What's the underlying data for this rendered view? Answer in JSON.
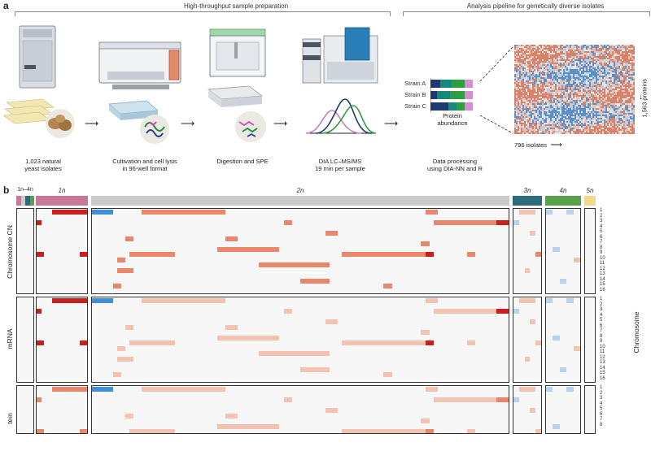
{
  "panel_a": {
    "label": "a",
    "section1_title": "High-throughput sample preparation",
    "section2_title": "Analysis pipeline for genetically diverse isolates",
    "steps": [
      "1,023 natural\nyeast isolates",
      "Cultivation and cell lysis\nin 96-well format",
      "Digestion and SPE",
      "DIA LC–MS/MS\n19 min per sample",
      "Data processing\nusing DIA-NN and R"
    ],
    "strains": [
      "Strain A",
      "Strain B",
      "Strain C"
    ],
    "protein_label": "Protein\nabundance",
    "proteins_label": "1,563 proteins",
    "isolates_label": "796 isolates",
    "colors": {
      "navy": "#1f3a6e",
      "green": "#2e9e3f",
      "pink": "#d58fd0",
      "teal": "#17897a"
    }
  },
  "panel_b": {
    "label": "b",
    "groups": [
      {
        "label": "1n–4n",
        "color": "#7a7a7a"
      },
      {
        "label": "1n",
        "color": "#c9789a"
      },
      {
        "label": "2n",
        "color": "#c9c9c9"
      },
      {
        "label": "3n",
        "color": "#2b6b7a"
      },
      {
        "label": "4n",
        "color": "#5aa04a"
      },
      {
        "label": "5n",
        "color": "#f2d88a"
      }
    ],
    "row_titles": [
      "Chromosome CN",
      "mRNA",
      "tein"
    ],
    "chromosome_axis_label": "Chromosome",
    "chromosomes": [
      "1",
      "2",
      "3",
      "4",
      "5",
      "6",
      "7",
      "8",
      "9",
      "10",
      "11",
      "12",
      "13",
      "14",
      "15",
      "16"
    ],
    "colors": {
      "gain_strong": "#c81f1f",
      "gain": "#e8876b",
      "gain_light": "#f3c2b0",
      "loss": "#3f8fd6",
      "loss_light": "#b9d3ee",
      "base": "#f7f7f7"
    }
  }
}
